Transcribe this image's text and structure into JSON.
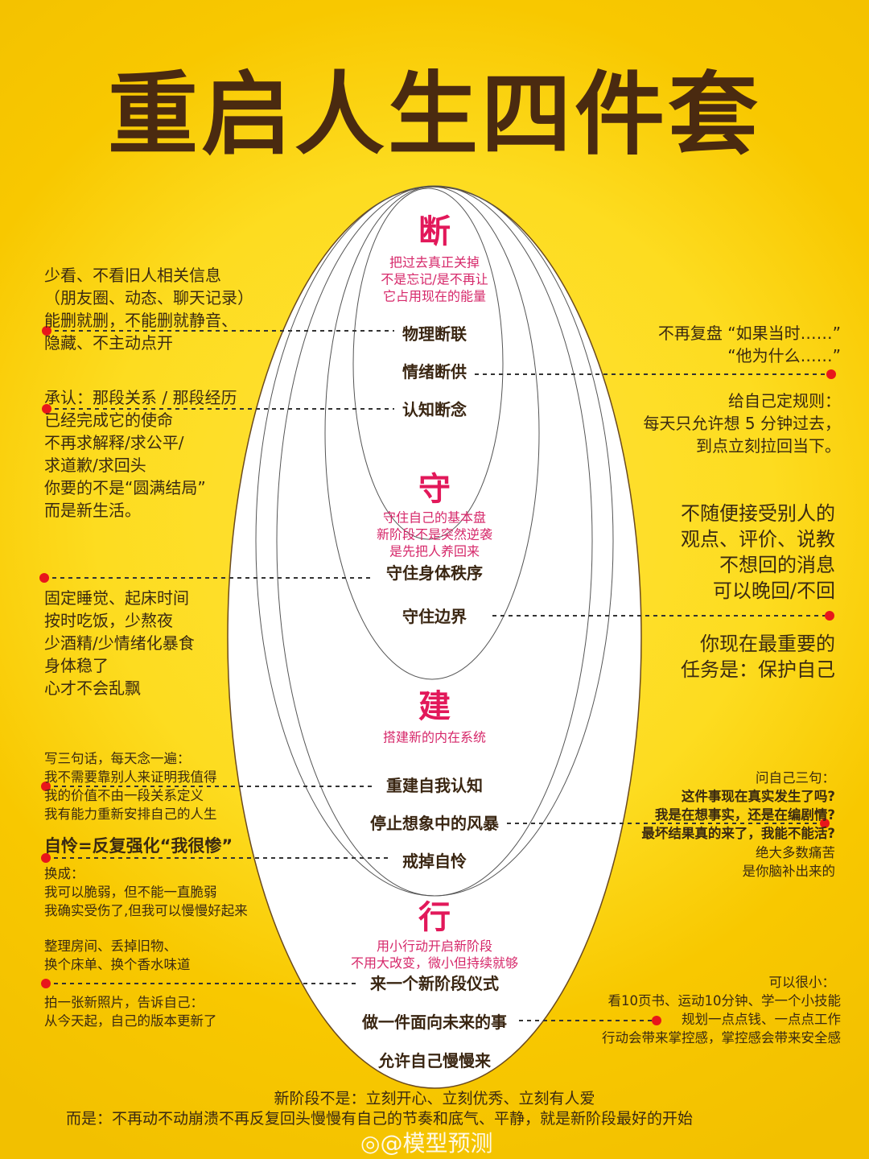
{
  "title": "重启人生四件套",
  "colors": {
    "background": "#f8c800",
    "accent": "#e2185a",
    "text": "#3b2a12",
    "dot": "#e8161b"
  },
  "sections": [
    {
      "head": "断",
      "subtitle": "把过去真正关掉\n不是忘记/是不再让\n它占用现在的能量",
      "items": [
        "物理断联",
        "情绪断供",
        "认知断念"
      ]
    },
    {
      "head": "守",
      "subtitle": "守住自己的基本盘\n新阶段不是突然逆袭\n是先把人养回来",
      "items": [
        "守住身体秩序",
        "守住边界"
      ]
    },
    {
      "head": "建",
      "subtitle": "搭建新的内在系统",
      "items": [
        "重建自我认知",
        "停止想象中的风暴",
        "戒掉自怜"
      ]
    },
    {
      "head": "行",
      "subtitle": "用小行动开启新阶段\n不用大改变，微小但持续就够",
      "items": [
        "来一个新阶段仪式",
        "做一件面向未来的事",
        "允许自己慢慢来"
      ]
    }
  ],
  "left": {
    "physical": "少看、不看旧人相关信息\n（朋友圈、动态、聊天记录）\n能删就删，不能删就静音、\n隐藏、不主动点开",
    "cognitive": "承认：那段关系 / 那段经历\n已经完成它的使命\n不再求解释/求公平/\n求道歉/求回头\n你要的不是“圆满结局”\n而是新生活。",
    "body": "固定睡觉、起床时间\n按时吃饭，少熬夜\n少酒精/少情绪化暴食\n 身体稳了\n心才不会乱飘",
    "self": "写三句话，每天念一遍：\n我不需要靠别人来证明我值得\n我的价值不由一段关系定义\n我有能力重新安排自己的人生",
    "pity_head": "自怜=反复强化“我很惨”",
    "pity": "换成：\n我可以脆弱，但不能一直脆弱\n我确实受伤了,但我可以慢慢好起来",
    "ritual_a": "整理房间、丢掉旧物、\n换个床单、换个香水味道",
    "ritual_b": "拍一张新照片，告诉自己：\n从今天起，自己的版本更新了"
  },
  "right": {
    "emotion_a": "不再复盘 “如果当时……”\n“他为什么……”",
    "emotion_b": "给自己定规则：\n每天只允许想 5 分钟过去，\n到点立刻拉回当下。",
    "boundary_a": "不随便接受别人的\n观点、评价、说教\n不想回的消息\n可以晚回/不回",
    "boundary_b": "你现在最重要的\n任务是：保护自己",
    "storm_intro": "问自己三句：",
    "storm_q": "这件事现在真实发生了吗?\n我是在想事实，还是在编剧情?\n最坏结果真的来了，我能不能活?",
    "storm_end": "绝大多数痛苦\n是你脑补出来的",
    "future_intro": "可以很小：",
    "future_1": "看10页书、运动10分钟、学一个小技能",
    "future_2": "规划一点点钱、一点点工作",
    "future_3": "行动会带来掌控感，掌控感会带来安全感"
  },
  "footer": {
    "line1": "新阶段不是：立刻开心、立刻优秀、立刻有人爱",
    "line2": "而是：不再动不动崩溃不再反复回头慢慢有自己的节奏和底气、平静，就是新阶段最好的开始"
  },
  "watermark": "@模型预测"
}
